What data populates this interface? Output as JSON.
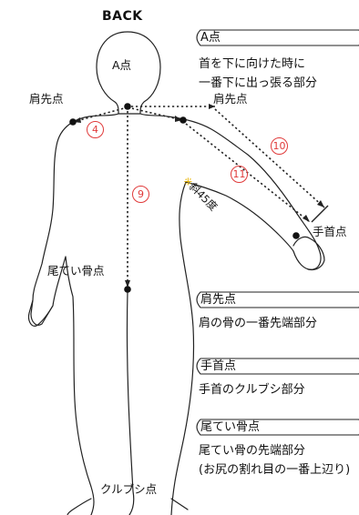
{
  "title": "BACK",
  "points": {
    "a_point": "A点",
    "shoulder_left": "肩先点",
    "shoulder_right": "肩先点",
    "wrist": "手首点",
    "tailbone": "尾てい骨点",
    "crease": "クルブシ点"
  },
  "measures": {
    "m4": "4",
    "m9": "9",
    "m10": "10",
    "m11": "11"
  },
  "oblique": {
    "mark": "※",
    "text": "斜45度"
  },
  "legend": [
    {
      "title": "A点",
      "lines": [
        "首を下に向けた時に",
        "一番下に出っ張る部分"
      ]
    },
    {
      "title": "肩先点",
      "lines": [
        "肩の骨の一番先端部分"
      ]
    },
    {
      "title": "手首点",
      "lines": [
        "手首のクルブシ部分"
      ]
    },
    {
      "title": "尾てい骨点",
      "lines": [
        "尾てい骨の先端部分",
        "(お尻の割れ目の一番上辺り)"
      ]
    }
  ],
  "colors": {
    "accent": "#e03a3a",
    "line": "#222222",
    "oblique_mark": "#e8b400"
  }
}
